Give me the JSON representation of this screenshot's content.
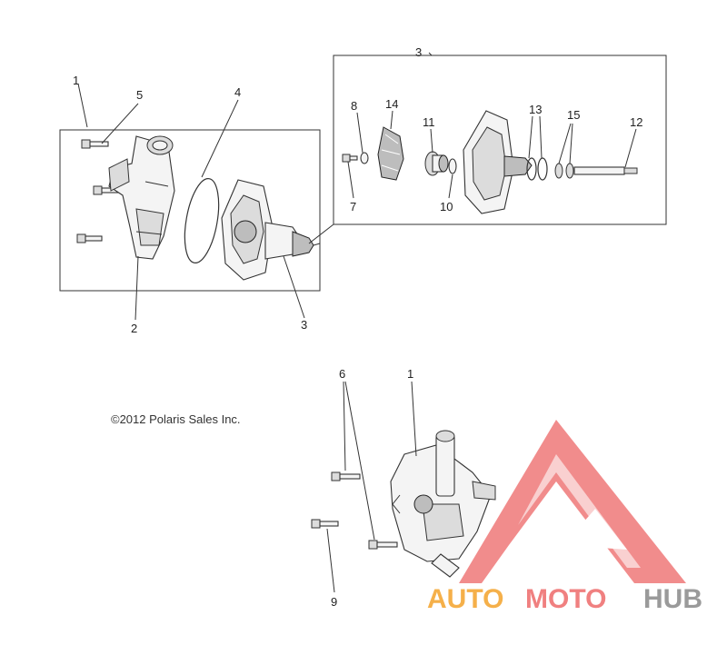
{
  "copyright": "©2012 Polaris Sales Inc.",
  "callouts": {
    "c1_top": "1",
    "c2": "2",
    "c3_top": "3",
    "c3_bottom": "3",
    "c4": "4",
    "c5": "5",
    "c6": "6",
    "c7": "7",
    "c8": "8",
    "c9": "9",
    "c10": "10",
    "c11": "11",
    "c12": "12",
    "c13": "13",
    "c14": "14",
    "c15": "15",
    "c1_bottom": "1"
  },
  "watermark": {
    "part_a": "AUTO",
    "part_b": "MOTO",
    "part_c": "HUB",
    "colors": {
      "auto": "#f5b04a",
      "moto": "#f08080",
      "hub": "#9a9a9a",
      "logo": "#f08080"
    }
  }
}
